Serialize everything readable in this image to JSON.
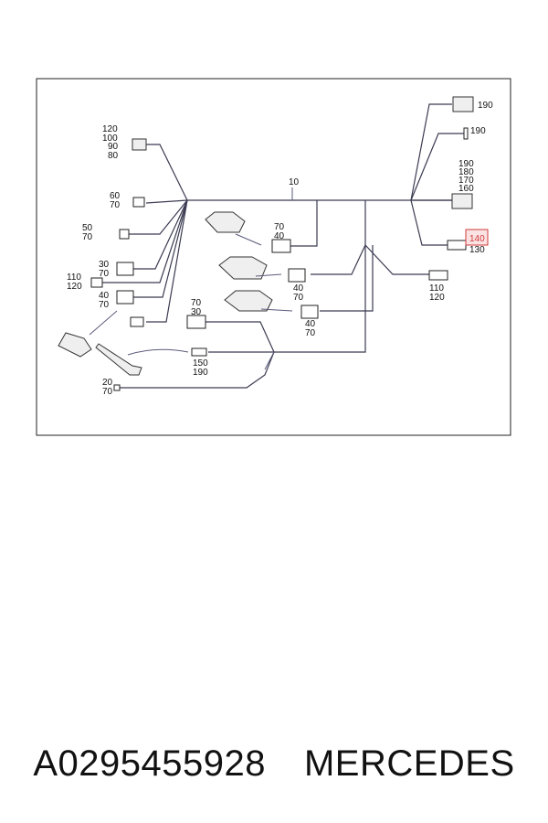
{
  "callouts": {
    "main": "10",
    "tl_120": "120",
    "tl_100": "100",
    "tl_90": "90",
    "tl_80": "80",
    "l_60": "60",
    "l_70a": "70",
    "l_50": "50",
    "l_70b": "70",
    "l_30": "30",
    "l_70c": "70",
    "l_110": "110",
    "l_120": "120",
    "l_40": "40",
    "l_70d": "70",
    "m_70a": "70",
    "m_40a": "40",
    "m_40b": "40",
    "m_70b": "70",
    "m_40c": "40",
    "m_70c": "70",
    "c_70": "70",
    "c_30": "30",
    "b_150": "150",
    "b_190": "190",
    "bl_20": "20",
    "bl_70": "70",
    "r_190a": "190",
    "r_190b": "190",
    "r_190c": "190",
    "r_180": "180",
    "r_170": "170",
    "r_160": "160",
    "r_140": "140",
    "r_130": "130",
    "r_110": "110",
    "r_120": "120"
  },
  "caption": {
    "part_number": "A0295455928",
    "brand": "MERCEDES"
  },
  "colors": {
    "highlight": "#d23b3b",
    "wire": "#3b3b52"
  }
}
